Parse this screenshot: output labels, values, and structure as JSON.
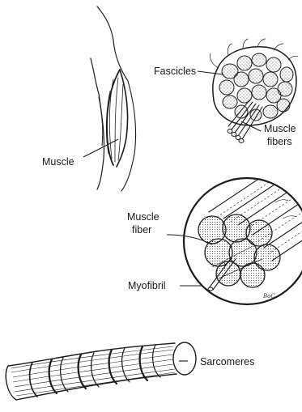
{
  "labels": {
    "muscle": "Muscle",
    "fascicles": "Fascicles",
    "muscle_fibers_line1": "Muscle",
    "muscle_fibers_line2": "fibers",
    "muscle_fiber_line1": "Muscle",
    "muscle_fiber_line2": "fiber",
    "myofibril": "Myofibril",
    "sarcomeres": "Sarcomeres"
  },
  "artist_signature": "BoC"
}
